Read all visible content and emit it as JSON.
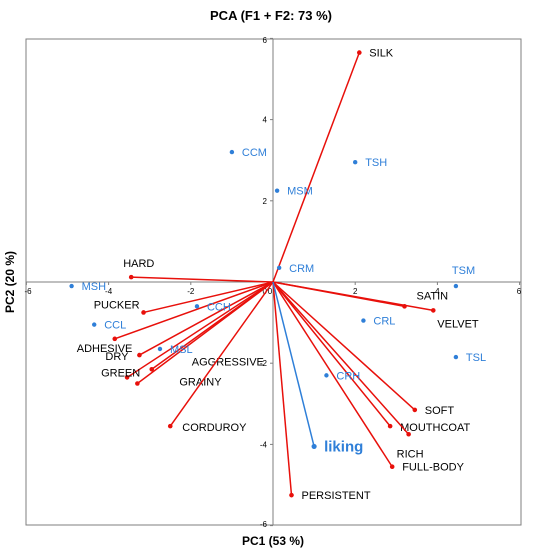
{
  "chart_data": {
    "type": "scatter",
    "title": "PCA (F1 + F2: 73 %)",
    "xlabel": "PC1 (53 %)",
    "ylabel": "PC2 (20 %)",
    "xlim": [
      -6,
      6
    ],
    "ylim": [
      -6,
      6
    ],
    "xticks": [
      "-6",
      "-4",
      "-2",
      "0",
      "2",
      "4",
      "6"
    ],
    "yticks": [
      "-6",
      "-4",
      "-2",
      "0",
      "2",
      "4",
      "6"
    ],
    "grid": false,
    "colors": {
      "variables": "#e8100b",
      "observations": "#2f7fd8",
      "supplementary": "#2f7fd8",
      "axes": "#7f7f7f"
    },
    "variables": [
      {
        "label": "SILK",
        "x": 2.1,
        "y": 5.65
      },
      {
        "label": "HARD",
        "x": -3.45,
        "y": 0.12
      },
      {
        "label": "PUCKER",
        "x": -3.15,
        "y": -0.75
      },
      {
        "label": "ADHESIVE",
        "x": -3.85,
        "y": -1.4
      },
      {
        "label": "DRY",
        "x": -3.25,
        "y": -1.8
      },
      {
        "label": "AGGRESSIVE",
        "x": -2.95,
        "y": -2.15
      },
      {
        "label": "GREEN",
        "x": -3.55,
        "y": -2.35
      },
      {
        "label": "GRAINY",
        "x": -3.3,
        "y": -2.5
      },
      {
        "label": "CORDUROY",
        "x": -2.5,
        "y": -3.55
      },
      {
        "label": "SATIN",
        "x": 3.2,
        "y": -0.6
      },
      {
        "label": "VELVET",
        "x": 3.9,
        "y": -0.7
      },
      {
        "label": "SOFT",
        "x": 3.45,
        "y": -3.15
      },
      {
        "label": "MOUTHCOAT",
        "x": 2.85,
        "y": -3.55
      },
      {
        "label": "RICH",
        "x": 3.3,
        "y": -3.75
      },
      {
        "label": "FULL-BODY",
        "x": 2.9,
        "y": -4.55
      },
      {
        "label": "PERSISTENT",
        "x": 0.45,
        "y": -5.25
      }
    ],
    "observations": [
      {
        "label": "CCM",
        "x": -1.0,
        "y": 3.2
      },
      {
        "label": "TSH",
        "x": 2.0,
        "y": 2.95
      },
      {
        "label": "MSM",
        "x": 0.1,
        "y": 2.25
      },
      {
        "label": "CRM",
        "x": 0.15,
        "y": 0.35
      },
      {
        "label": "TSM",
        "x": 4.45,
        "y": -0.1
      },
      {
        "label": "MSH",
        "x": -4.9,
        "y": -0.1
      },
      {
        "label": "CCH",
        "x": -1.85,
        "y": -0.6
      },
      {
        "label": "CCL",
        "x": -4.35,
        "y": -1.05
      },
      {
        "label": "CRL",
        "x": 2.2,
        "y": -0.95
      },
      {
        "label": "MSL",
        "x": -2.75,
        "y": -1.65
      },
      {
        "label": "TSL",
        "x": 4.45,
        "y": -1.85
      },
      {
        "label": "CRH",
        "x": 1.3,
        "y": -2.3
      }
    ],
    "supplementary": [
      {
        "label": "liking",
        "x": 1.0,
        "y": -4.05
      }
    ]
  }
}
